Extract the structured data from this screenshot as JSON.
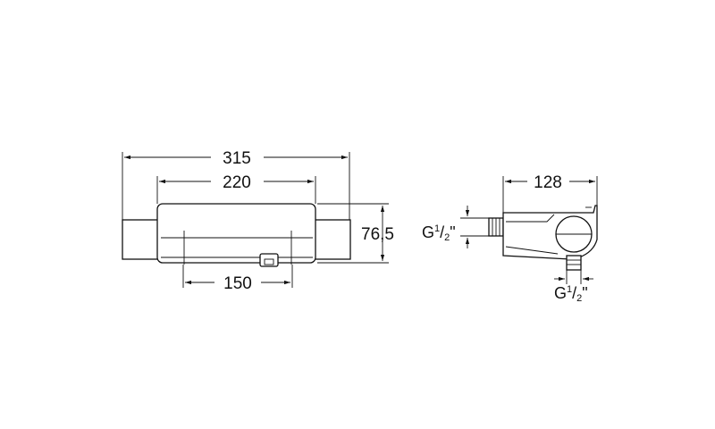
{
  "front_view": {
    "dim_overall": "315",
    "dim_body": "220",
    "dim_height": "76,5",
    "dim_center": "150"
  },
  "side_view": {
    "dim_depth": "128",
    "inlet_label": {
      "prefix": "G",
      "num": "1",
      "den": "2",
      "suffix": "\""
    },
    "outlet_label": {
      "prefix": "G",
      "num": "1",
      "den": "2",
      "suffix": "\""
    }
  }
}
